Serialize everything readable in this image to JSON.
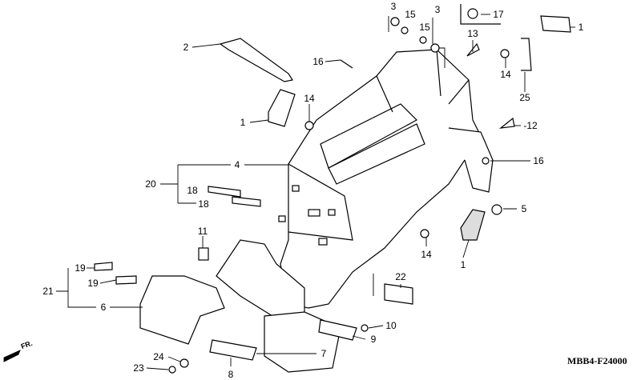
{
  "diagram": {
    "code": "MBB4-F24000",
    "front_indicator": "FR.",
    "callouts": [
      "3",
      "15",
      "15",
      "3",
      "17",
      "1",
      "2",
      "13",
      "16",
      "14",
      "25",
      "1",
      "14",
      "-12",
      "4",
      "16",
      "20",
      "18",
      "18",
      "5",
      "11",
      "14",
      "1",
      "22",
      "19",
      "21",
      "19",
      "6",
      "10",
      "9",
      "7",
      "24",
      "23",
      "8"
    ]
  }
}
